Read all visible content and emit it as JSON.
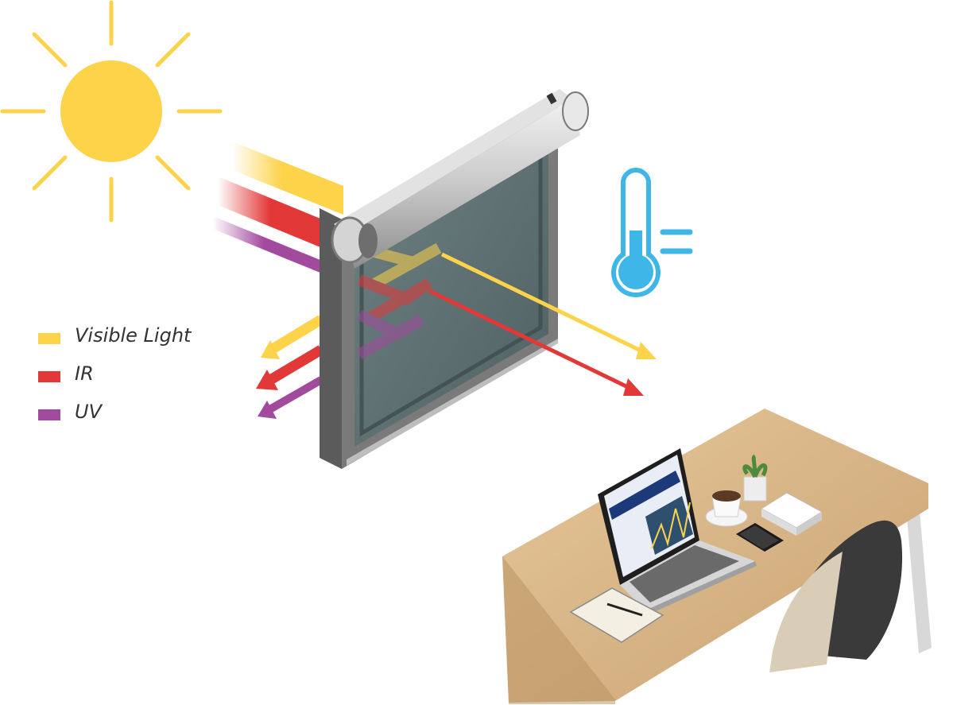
{
  "legend": {
    "items": [
      {
        "label": "Visible Light",
        "color": "#FDD34A"
      },
      {
        "label": "IR",
        "color": "#E33838"
      },
      {
        "label": "UV",
        "color": "#A24A9E"
      }
    ]
  },
  "colors": {
    "sun": "#FDD34A",
    "thermometer": "#3EB6E8",
    "frame": "#6E6E6E",
    "glass": "#5F7173",
    "desk": "#D9B98A"
  },
  "icons": {
    "sun": "sun-icon",
    "thermometer": "thermometer-icon"
  }
}
